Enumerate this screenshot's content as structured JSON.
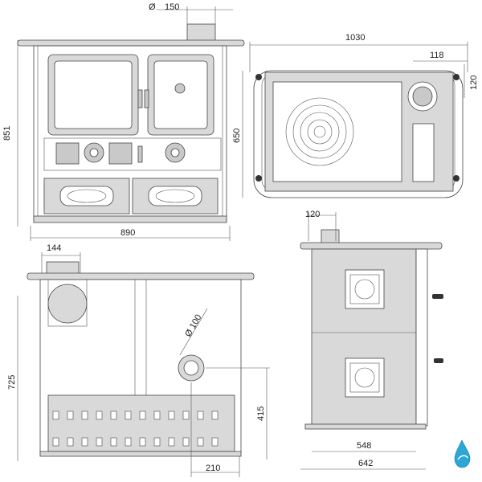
{
  "dimensions": {
    "front_flue_diameter": "Ø",
    "front_flue_value": "150",
    "front_height": "851",
    "front_width": "890",
    "top_width": "1030",
    "top_depth": "650",
    "top_offset_x": "118",
    "top_offset_y": "120",
    "back_offset": "144",
    "back_height": "725",
    "back_hole_label": "Ø 100",
    "back_hole_height": "415",
    "back_hole_x": "210",
    "side_offset": "120",
    "side_inner": "548",
    "side_total": "642"
  },
  "logo": {
    "icon": "water-drop-logo",
    "color": "#2aa7d8"
  }
}
